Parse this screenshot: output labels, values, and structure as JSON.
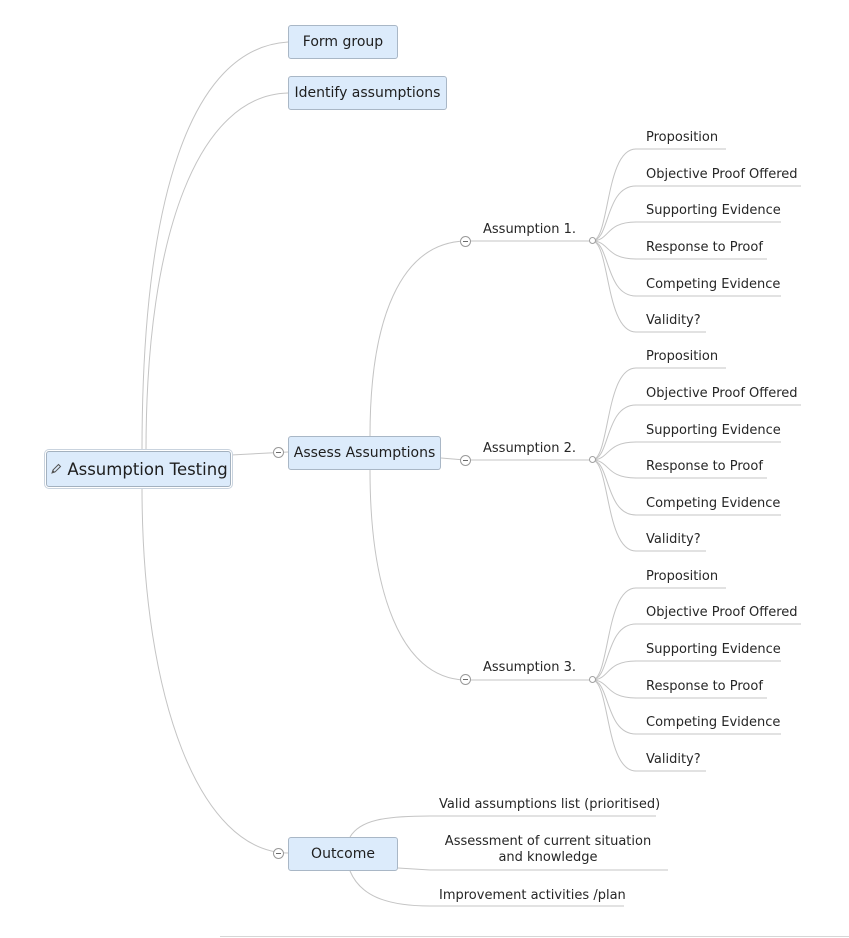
{
  "map": {
    "root": "Assumption Testing",
    "root_icon": "pencil-icon",
    "topics": {
      "form_group": "Form group",
      "identify": "Identify assumptions",
      "assess": "Assess Assumptions",
      "outcome": "Outcome"
    },
    "assumptions": [
      {
        "label": "Assumption 1.",
        "items": [
          "Proposition",
          "Objective Proof Offered",
          "Supporting Evidence",
          "Response to Proof",
          "Competing Evidence",
          "Validity?"
        ]
      },
      {
        "label": "Assumption 2.",
        "items": [
          "Proposition",
          "Objective Proof Offered",
          "Supporting Evidence",
          "Response to Proof",
          "Competing Evidence",
          "Validity?"
        ]
      },
      {
        "label": "Assumption 3.",
        "items": [
          "Proposition",
          "Objective Proof Offered",
          "Supporting Evidence",
          "Response to Proof",
          "Competing Evidence",
          "Validity?"
        ]
      }
    ],
    "outcome_items": [
      "Valid assumptions list (prioritised)",
      "Assessment of current situation and knowledge",
      "Improvement activities /plan"
    ],
    "colors": {
      "topic_fill": "#dcebfb",
      "topic_border": "#a9b7c6",
      "connector": "#c4c4c4"
    }
  }
}
